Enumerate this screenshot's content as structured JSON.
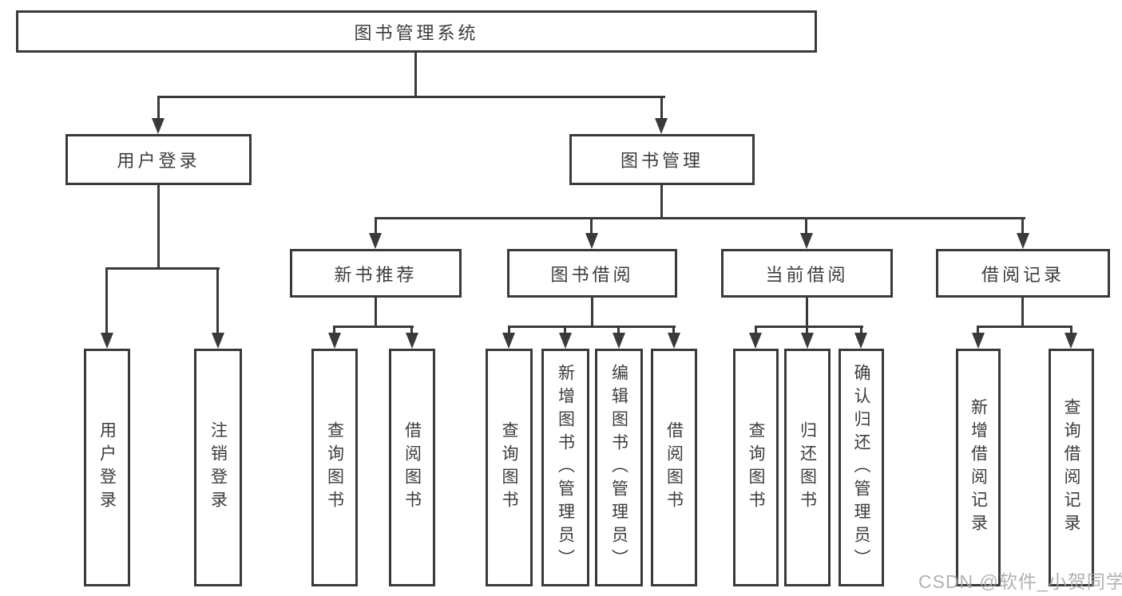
{
  "diagram": {
    "type": "hierarchy-tree",
    "root": "图书管理系统",
    "level2": [
      "用户登录",
      "图书管理"
    ],
    "level3": [
      "新书推荐",
      "图书借阅",
      "当前借阅",
      "借阅记录"
    ],
    "user_login_children": [
      "用户登录",
      "注销登录"
    ],
    "recommend_children": [
      "查询图书",
      "借阅图书"
    ],
    "borrow_children": [
      "查询图书",
      "新增图书（管理员）",
      "编辑图书（管理员）",
      "借阅图书"
    ],
    "current_children": [
      "查询图书",
      "归还图书",
      "确认归还（管理员）"
    ],
    "record_children": [
      "新增借阅记录",
      "查询借阅记录"
    ]
  },
  "colors": {
    "line": "#3a3a3a",
    "box_border": "#3a3a3a",
    "box_background": "#ffffff",
    "text": "#3c3c3c",
    "watermark": "#a8a8a8"
  },
  "watermark": {
    "text": "CSDN @软件_小贺同学"
  }
}
